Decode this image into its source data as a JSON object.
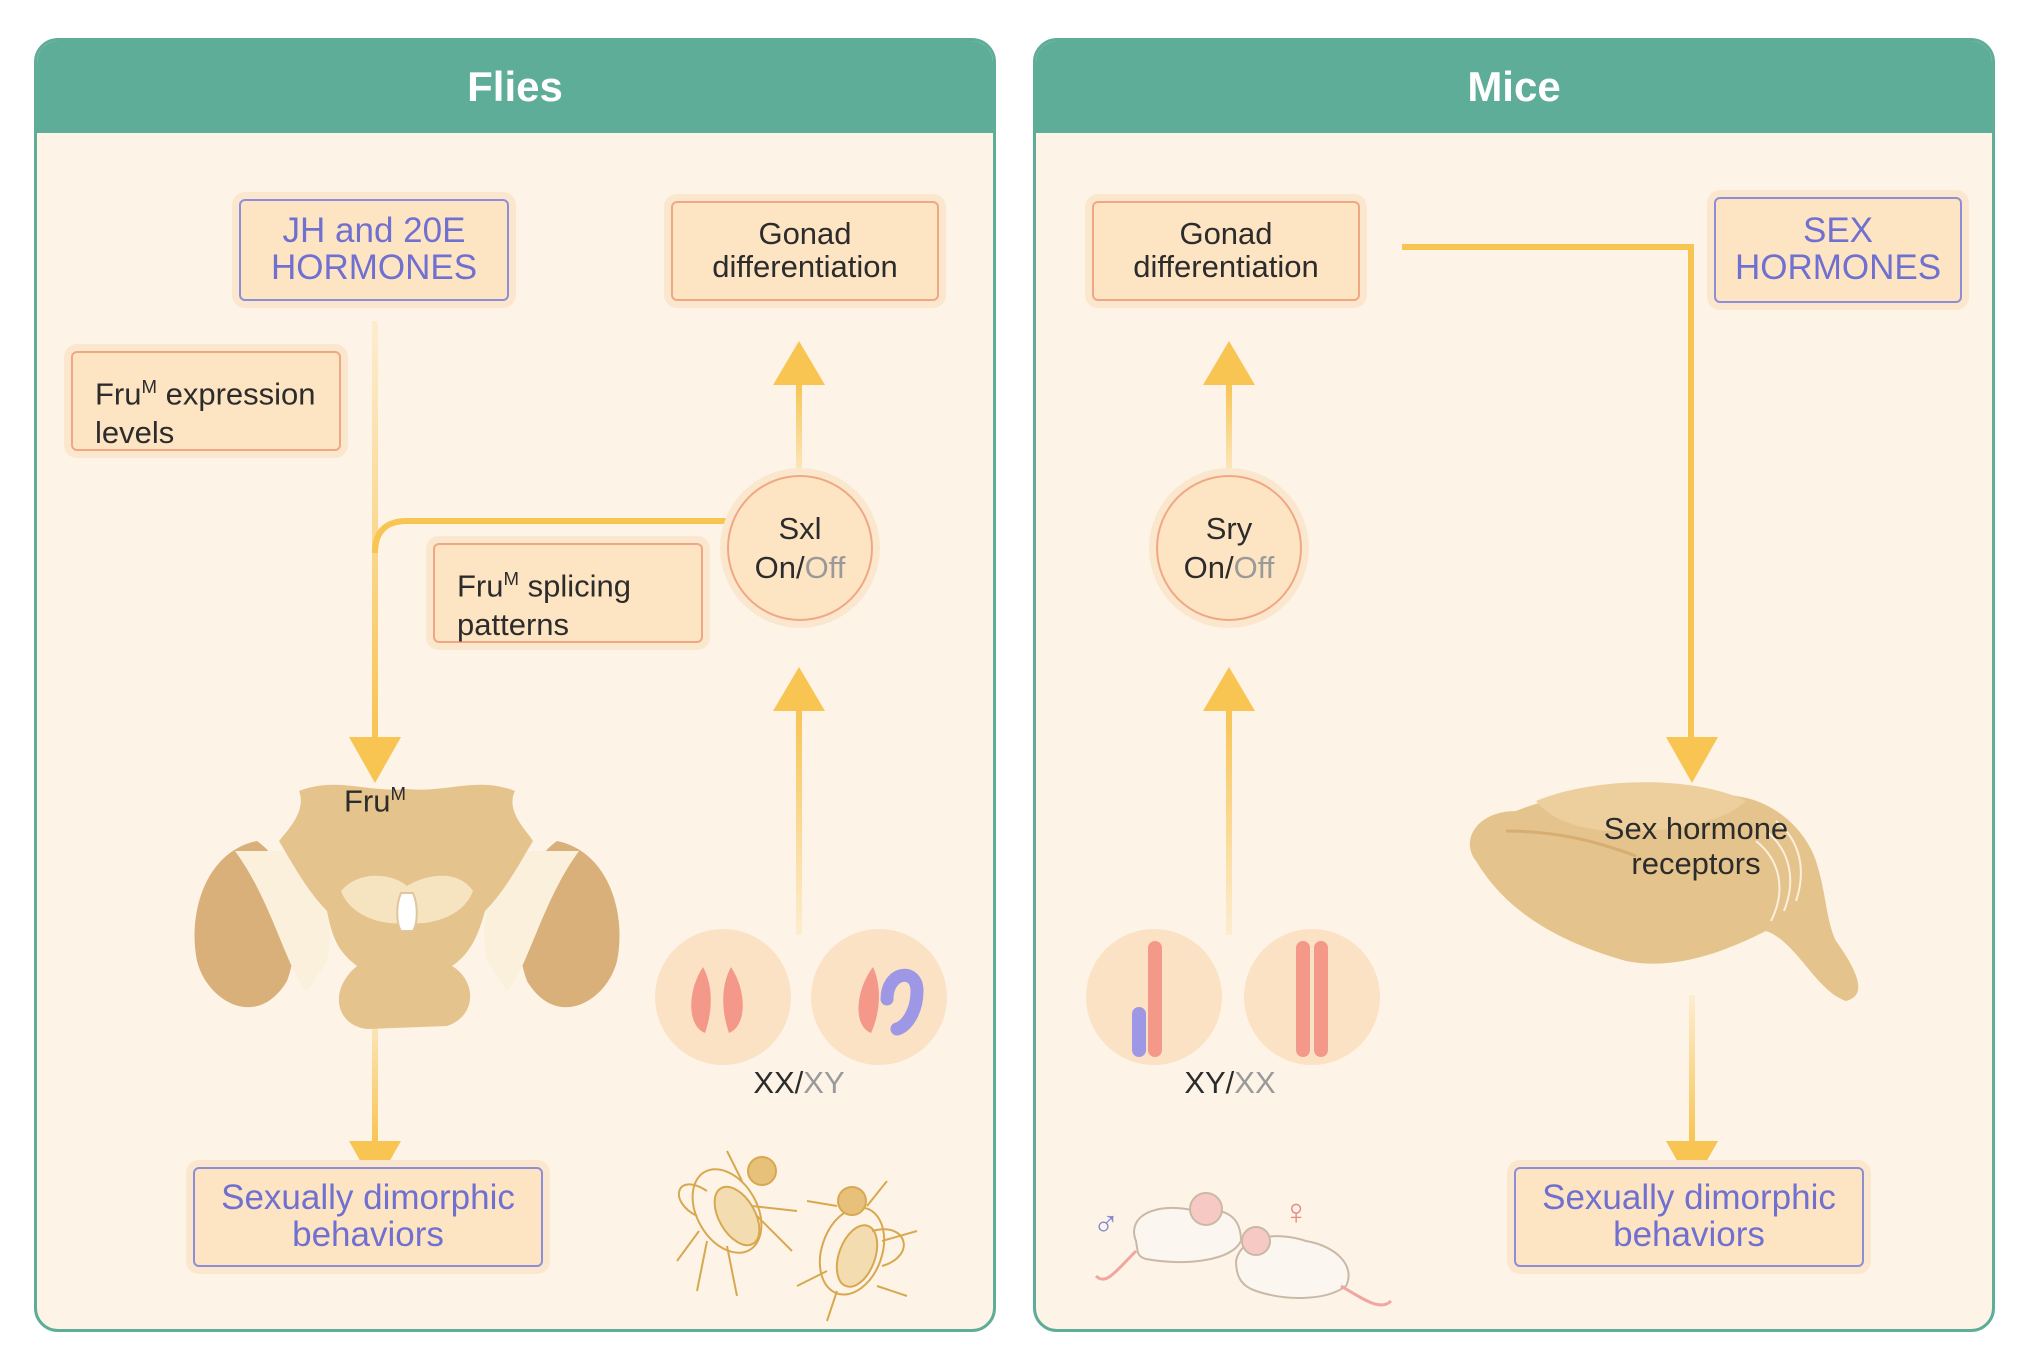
{
  "flies": {
    "title": "Flies",
    "hormones": {
      "line1": "JH and 20E",
      "line2": "HORMONES"
    },
    "gonad": {
      "line1": "Gonad",
      "line2": "differentiation"
    },
    "fru_expression": {
      "base": "Fru",
      "sup": "M",
      "rest": " expression",
      "line2": "levels"
    },
    "fru_splicing": {
      "base": "Fru",
      "sup": "M",
      "rest": " splicing",
      "line2": "patterns"
    },
    "sxl": {
      "name": "Sxl",
      "on": "On/",
      "off": "Off"
    },
    "brain_label": {
      "base": "Fru",
      "sup": "M"
    },
    "karyotype": {
      "a": "XX/",
      "b": "XY"
    },
    "outcome": {
      "line1": "Sexually dimorphic",
      "line2": "behaviors"
    }
  },
  "mice": {
    "title": "Mice",
    "gonad": {
      "line1": "Gonad",
      "line2": "differentiation"
    },
    "hormones": {
      "line1": "SEX",
      "line2": "HORMONES"
    },
    "sry": {
      "name": "Sry",
      "on": "On/",
      "off": "Off"
    },
    "brain_label": {
      "line1": "Sex hormone",
      "line2": "receptors"
    },
    "karyotype": {
      "a": "XY/",
      "b": "XX"
    },
    "male_symbol": "♂",
    "female_symbol": "♀",
    "outcome": {
      "line1": "Sexually dimorphic",
      "line2": "behaviors"
    }
  },
  "colors": {
    "header": "#5dad98",
    "panel_bg": "#fdf4e7",
    "box_fill": "#fde4c3",
    "box_border": "#f0a884",
    "arrow": "#f8c452",
    "hormone_text": "#7070d0",
    "brain": "#e5c38c",
    "chromosome_x": "#f4988a",
    "chromosome_y": "#9d97e6"
  },
  "icons": [
    "arrow-icon",
    "fly-brain-icon",
    "chromosome-icon",
    "fly-icon",
    "mouse-icon",
    "mouse-brain-icon"
  ]
}
